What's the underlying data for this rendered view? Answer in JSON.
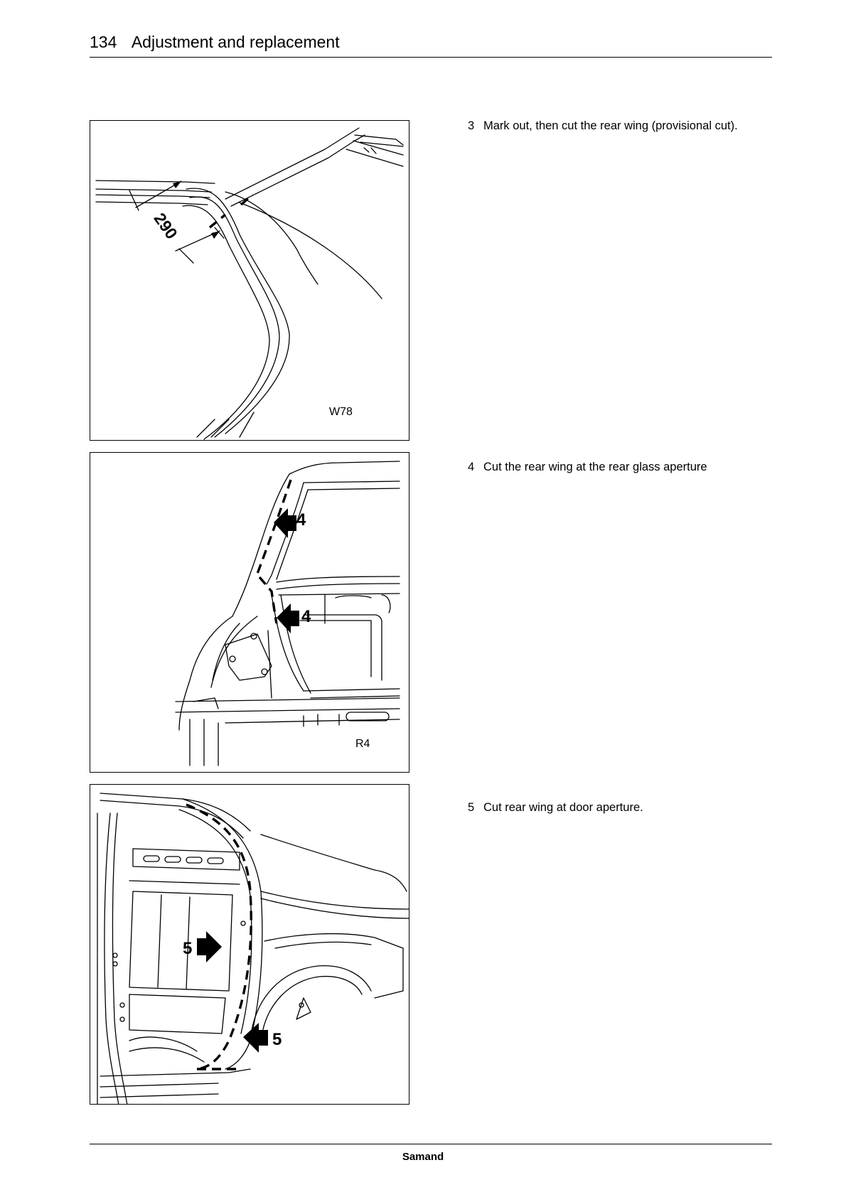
{
  "header": {
    "page_number": "134",
    "title": "Adjustment and replacement"
  },
  "figures": [
    {
      "code": "W78",
      "dimension": "290"
    },
    {
      "code": "R4",
      "callouts": [
        "4",
        "4"
      ]
    },
    {
      "callouts": [
        "5",
        "5"
      ]
    }
  ],
  "steps": [
    {
      "number": "3",
      "text": "Mark out, then cut the rear wing (provisional cut)."
    },
    {
      "number": "4",
      "text": "Cut the rear wing at the rear glass aperture"
    },
    {
      "number": "5",
      "text": "Cut rear wing at door aperture."
    }
  ],
  "footer": {
    "brand": "Samand"
  }
}
